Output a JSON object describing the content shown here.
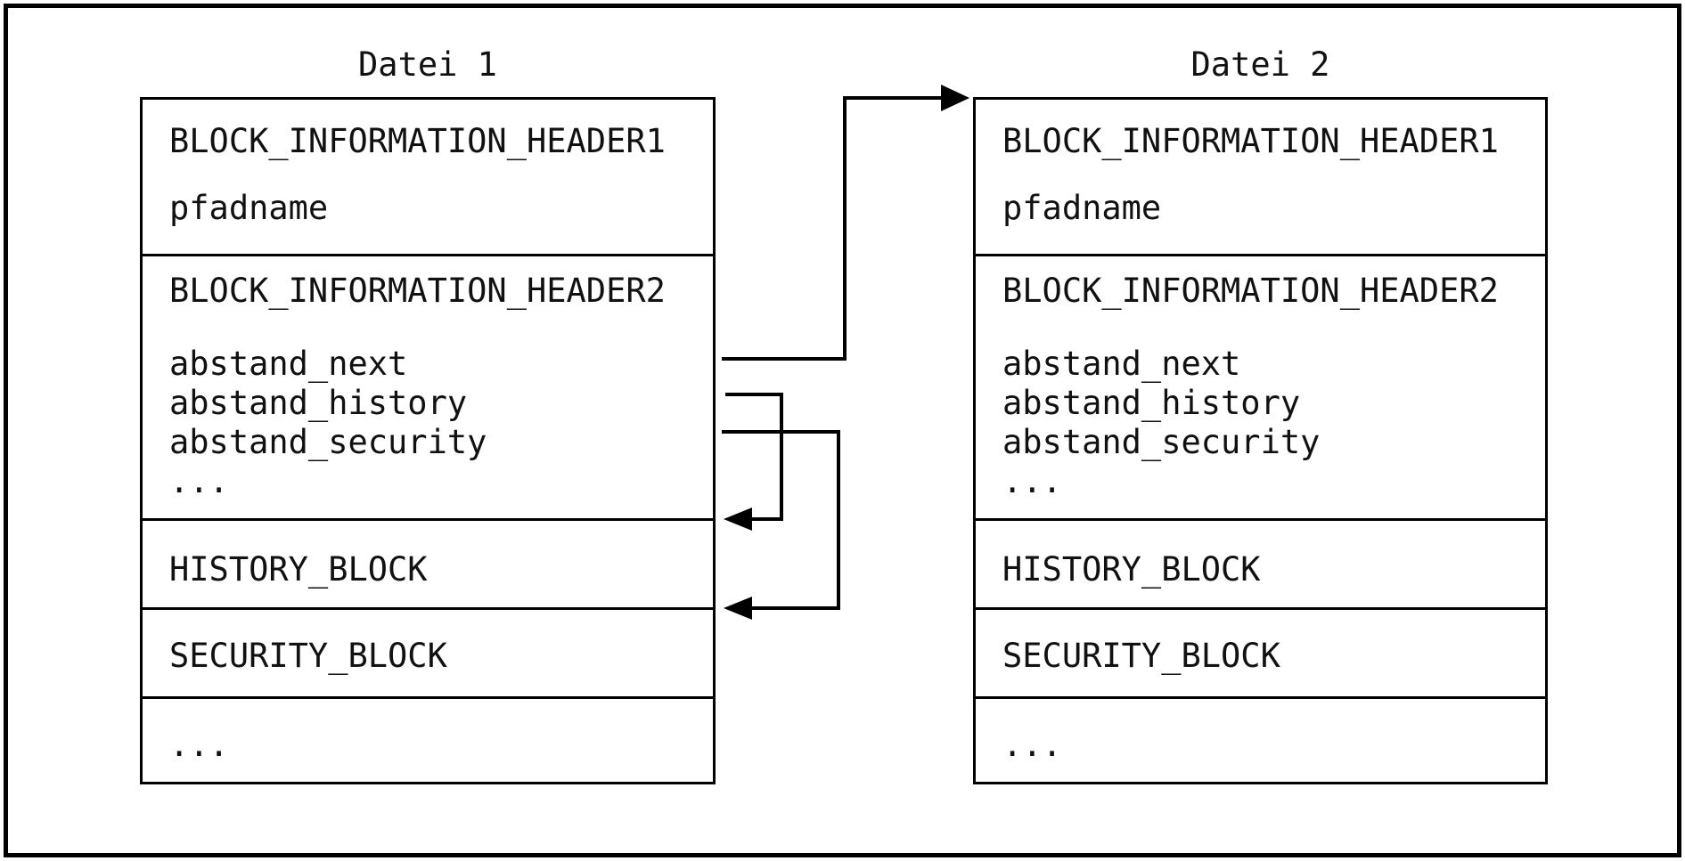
{
  "diagram": {
    "background": "#ffffff",
    "line_color": "#000000",
    "text_color": "#111111"
  },
  "files": [
    {
      "title": "Datei 1",
      "sections": [
        {
          "lines": [
            "BLOCK_INFORMATION_HEADER1",
            "pfadname"
          ]
        },
        {
          "lines": [
            "BLOCK_INFORMATION_HEADER2",
            "abstand_next",
            "abstand_history",
            "abstand_security",
            "..."
          ]
        },
        {
          "lines": [
            "HISTORY_BLOCK"
          ]
        },
        {
          "lines": [
            "SECURITY_BLOCK"
          ]
        },
        {
          "lines": [
            "..."
          ]
        }
      ]
    },
    {
      "title": "Datei 2",
      "sections": [
        {
          "lines": [
            "BLOCK_INFORMATION_HEADER1",
            "pfadname"
          ]
        },
        {
          "lines": [
            "BLOCK_INFORMATION_HEADER2",
            "abstand_next",
            "abstand_history",
            "abstand_security",
            "..."
          ]
        },
        {
          "lines": [
            "HISTORY_BLOCK"
          ]
        },
        {
          "lines": [
            "SECURITY_BLOCK"
          ]
        },
        {
          "lines": [
            "..."
          ]
        }
      ]
    }
  ],
  "arrows": [
    {
      "name": "abstand_next",
      "from": "Datei 1 / abstand_next",
      "to": "Datei 2 / BLOCK_INFORMATION_HEADER1"
    },
    {
      "name": "abstand_history",
      "from": "Datei 1 / abstand_history",
      "to": "Datei 1 / HISTORY_BLOCK"
    },
    {
      "name": "abstand_security",
      "from": "Datei 1 / abstand_security",
      "to": "Datei 1 / SECURITY_BLOCK"
    }
  ]
}
